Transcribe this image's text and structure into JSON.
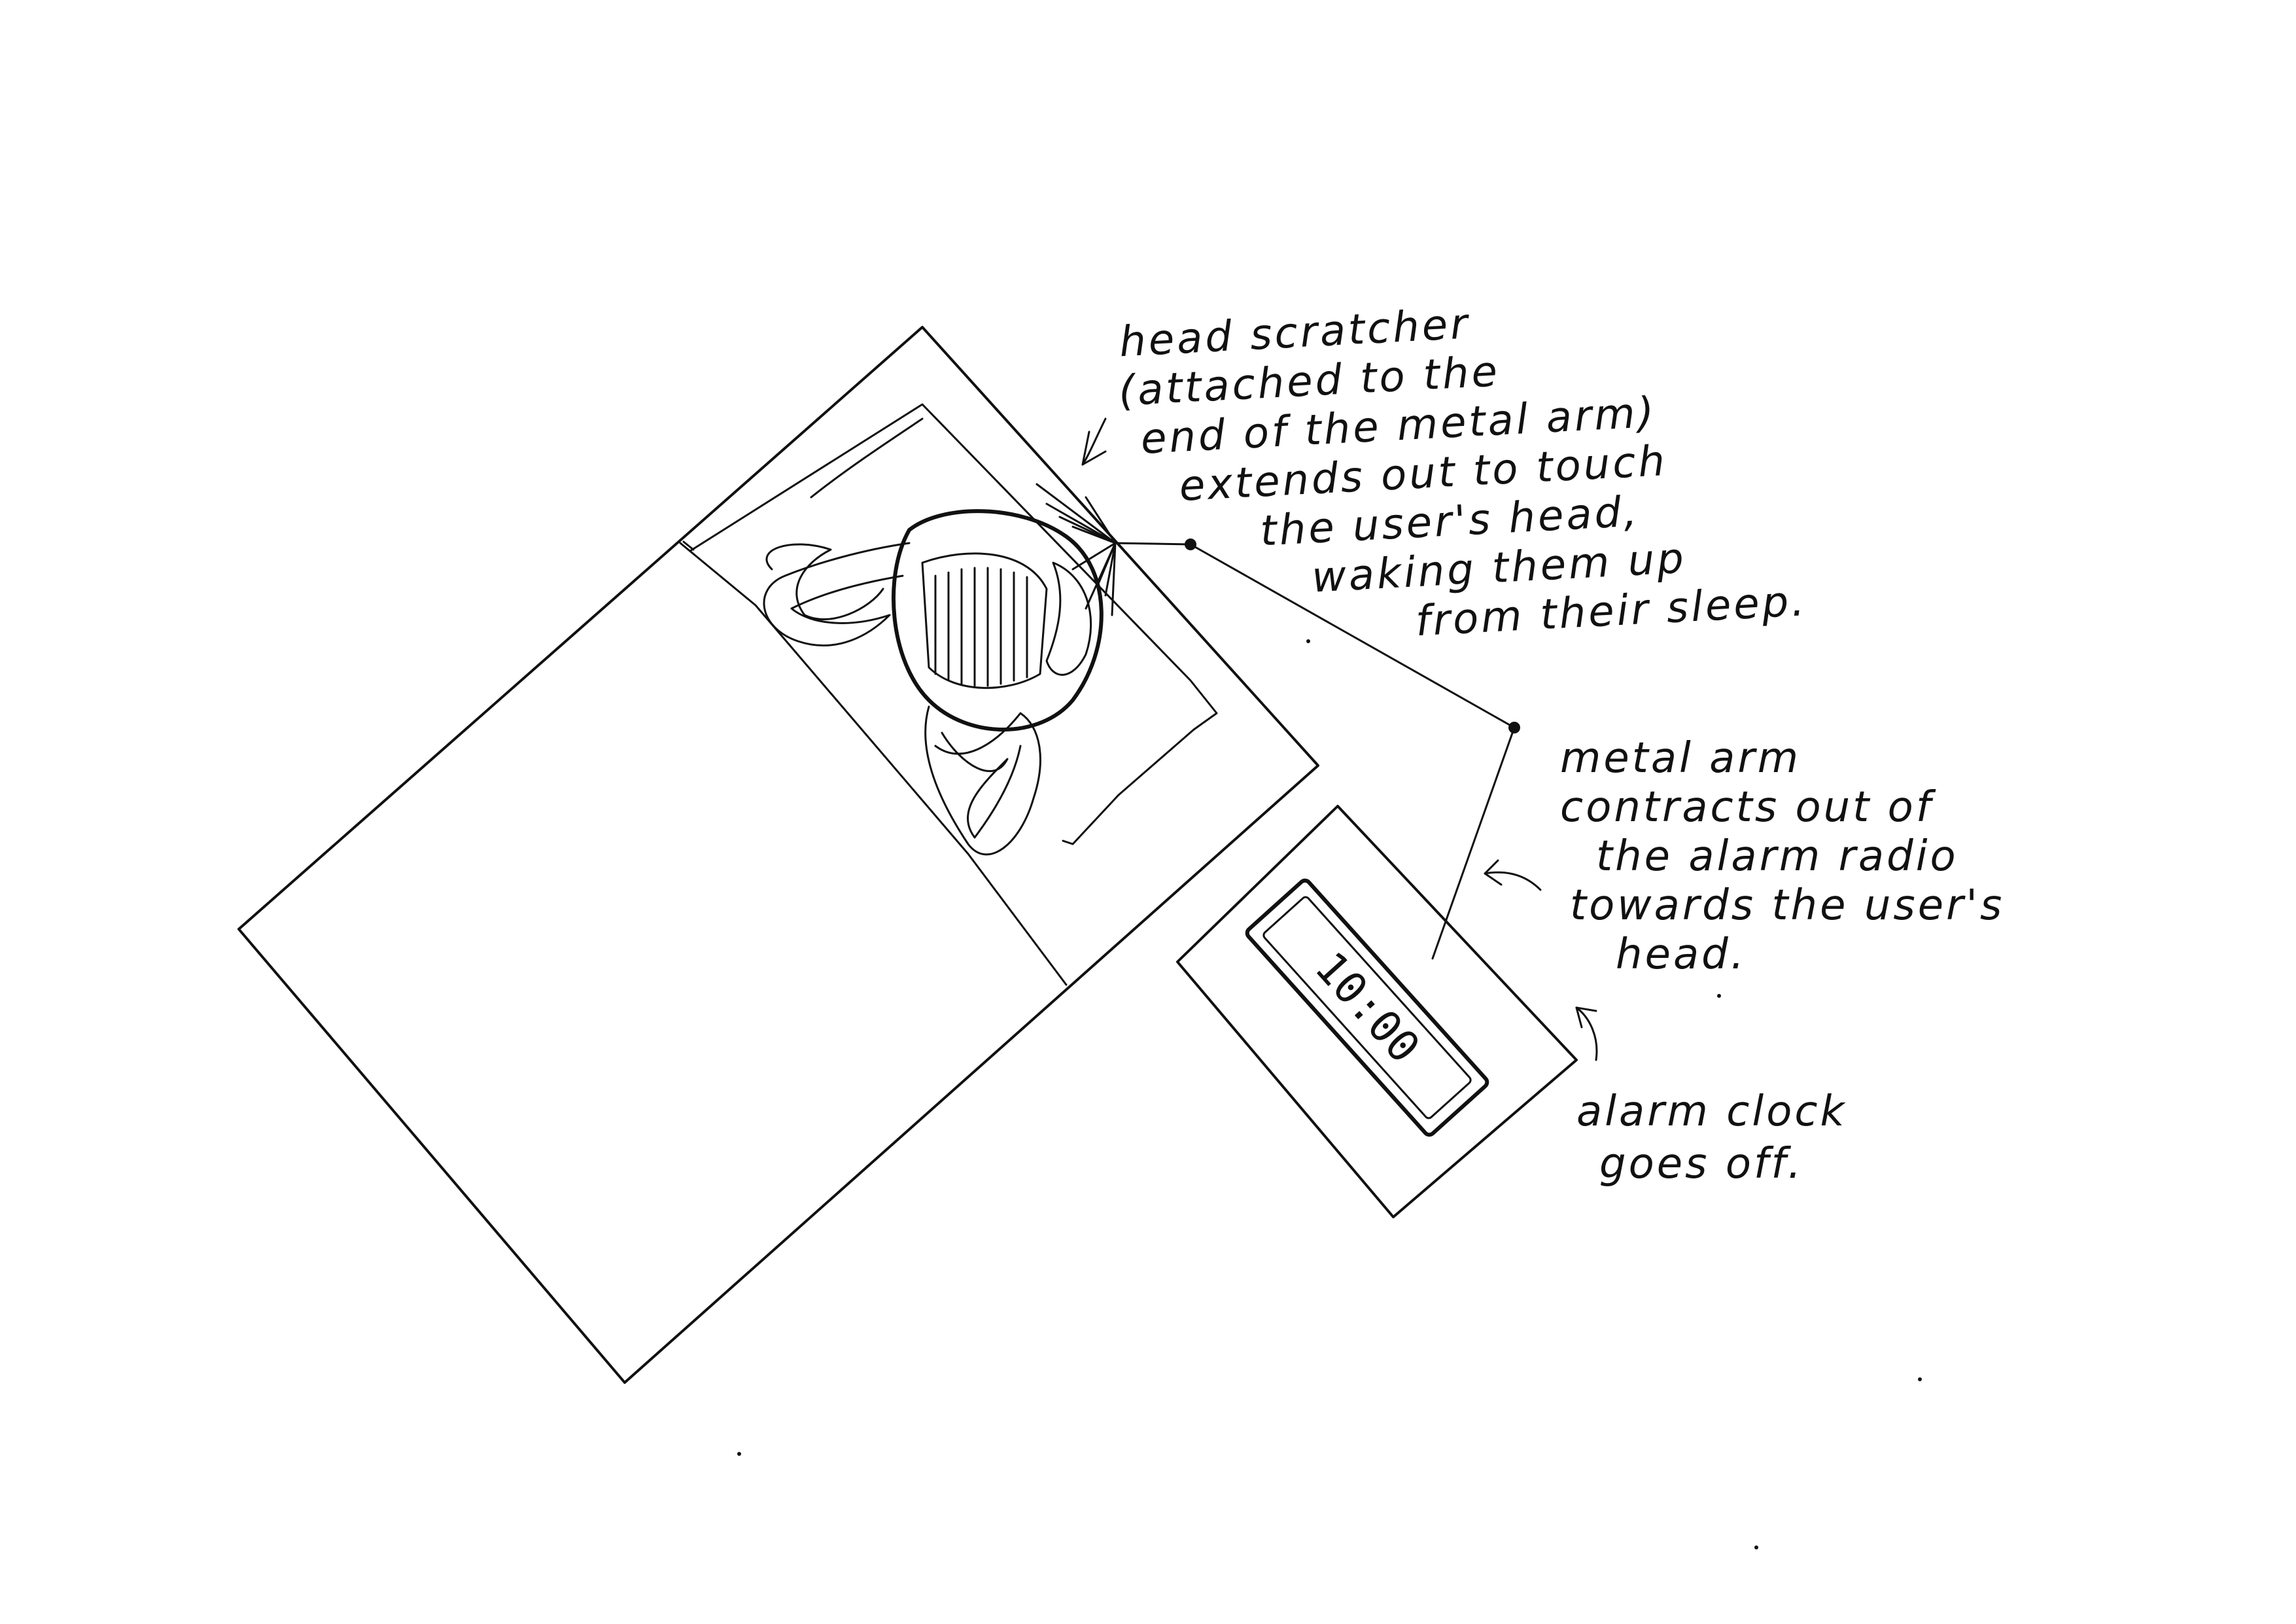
{
  "annotations": {
    "head_scratcher": [
      "head scratcher",
      "(attached to the",
      "end of the metal arm)",
      "extends out to touch",
      "the user's head,",
      "waking them up",
      "from their sleep."
    ],
    "metal_arm": [
      "metal arm",
      "contracts out of",
      "the alarm radio",
      "towards the user's",
      "head."
    ],
    "alarm_clock": [
      "alarm clock",
      "goes off."
    ]
  },
  "clock": {
    "display": "10:00"
  },
  "colors": {
    "ink": "#111111",
    "paper": "#ffffff"
  }
}
